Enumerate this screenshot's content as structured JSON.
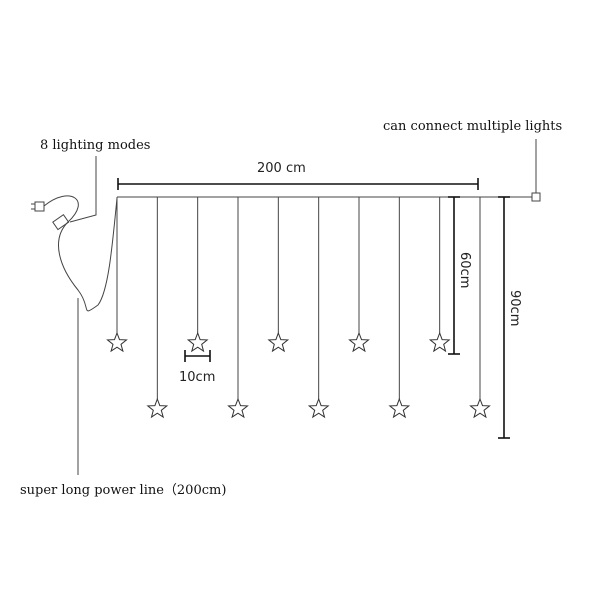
{
  "labels": {
    "modes": "8 lighting modes",
    "connect": "can connect multiple lights",
    "power_line": "super long power line（200cm)",
    "width": "200 cm",
    "short_drop": "60cm",
    "long_drop": "90cm",
    "star_size": "10cm"
  },
  "stars": {
    "count": 10,
    "pattern": [
      "short",
      "long",
      "short",
      "long",
      "short",
      "long",
      "short",
      "long",
      "short",
      "long"
    ]
  }
}
